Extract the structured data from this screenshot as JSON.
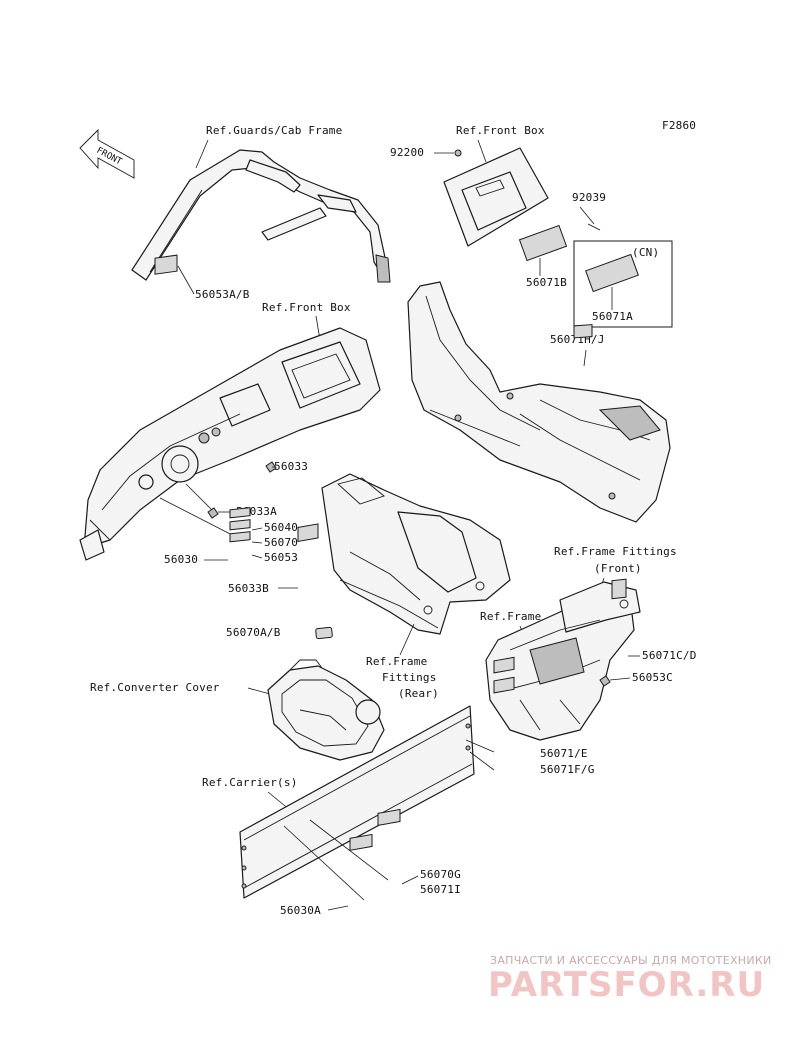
{
  "diagram": {
    "code": "F2860",
    "front_arrow": "FRONT"
  },
  "labels": {
    "ref_guards_cab_frame": "Ref.Guards/Cab Frame",
    "ref_front_box_top": "Ref.Front Box",
    "ref_front_box_mid": "Ref.Front Box",
    "ref_frame_fittings_front_1": "Ref.Frame Fittings",
    "ref_frame_fittings_front_2": "(Front)",
    "ref_frame": "Ref.Frame",
    "ref_frame_fittings_rear_1": "Ref.Frame",
    "ref_frame_fittings_rear_2": "Fittings",
    "ref_frame_fittings_rear_3": "(Rear)",
    "ref_converter_cover": "Ref.Converter Cover",
    "ref_carrier": "Ref.Carrier(s)"
  },
  "parts": {
    "p92200": "92200",
    "p92039": "92039",
    "p56071b": "56071B",
    "p_cn": "(CN)",
    "p56071a": "56071A",
    "p56053ab": "56053A/B",
    "p56071hj": "56071H/J",
    "p56033": "56033",
    "p56033a": "56033A",
    "p56040": "56040",
    "p56070": "56070",
    "p56030": "56030",
    "p56053": "56053",
    "p56033b": "56033B",
    "p56070ab": "56070A/B",
    "p56071cd": "56071C/D",
    "p56053c": "56053C",
    "p56071e": "56071/E",
    "p56071fg": "56071F/G",
    "p56070g": "56070G",
    "p56071i": "56071I",
    "p56030a": "56030A"
  },
  "watermark": {
    "tagline": "ЗАПЧАСТИ И АКСЕССУАРЫ ДЛЯ МОТОТЕХНИКИ",
    "logo": "PARTSFOR.RU"
  },
  "colors": {
    "line": "#1a1a1a",
    "watermark": "#f3c4c4"
  }
}
